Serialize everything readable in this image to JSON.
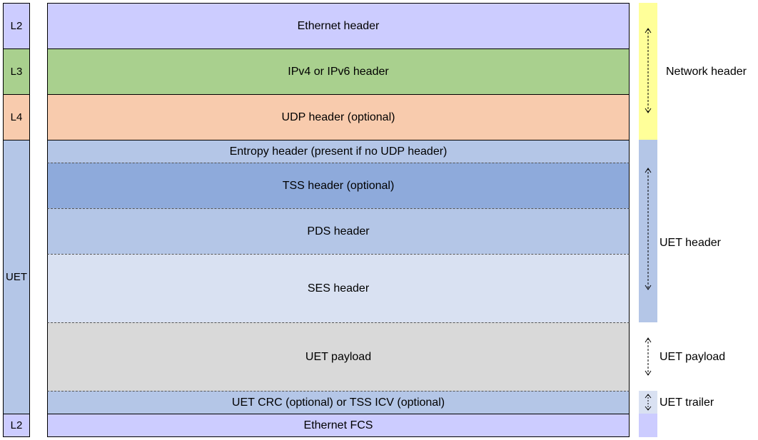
{
  "colors": {
    "l2": "#ccccff",
    "l3": "#a9d08e",
    "l4": "#f8cbad",
    "uet": "#b4c6e7",
    "tss": "#8eaadb",
    "ses": "#d9e1f2",
    "payload": "#d9d9d9",
    "network_bar": "#ffff99"
  },
  "layers": {
    "l2_top": "L2",
    "l3": "L3",
    "l4": "L4",
    "uet": "UET",
    "l2_bottom": "L2"
  },
  "fields": {
    "ethernet_header": "Ethernet header",
    "ip_header": "IPv4 or IPv6 header",
    "udp_header": "UDP header (optional)",
    "entropy_header": "Entropy header (present if no UDP header)",
    "tss_header": "TSS header (optional)",
    "pds_header": "PDS header",
    "ses_header": "SES header",
    "uet_payload": "UET payload",
    "uet_crc": "UET CRC (optional) or TSS ICV (optional)",
    "ethernet_fcs": "Ethernet FCS"
  },
  "groups": {
    "network_header": "Network header",
    "uet_header": "UET header",
    "uet_payload": "UET payload",
    "uet_trailer": "UET trailer"
  }
}
